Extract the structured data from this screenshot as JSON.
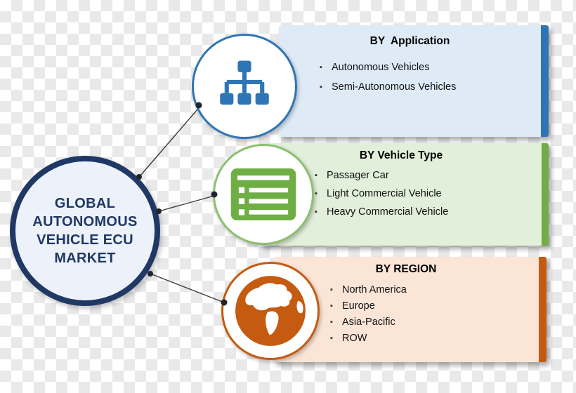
{
  "bullet_char": "▪",
  "center": {
    "lines": [
      "GLOBAL",
      "AUTONOMOUS",
      "VEHICLE ECU",
      "MARKET"
    ],
    "text_color": "#1F3864"
  },
  "panels": [
    {
      "id": "application",
      "header": "BY  Application",
      "items": [
        "Autonomous Vehicles",
        "Semi-Autonomous Vehicles"
      ],
      "icon": "sitemap-icon",
      "bg_color": "#DEEBF7",
      "accent_color": "#2E75B6"
    },
    {
      "id": "vehicle-type",
      "header": "BY Vehicle Type",
      "items": [
        "Passager Car",
        "Light Commercial Vehicle",
        "Heavy Commercial Vehicle"
      ],
      "icon": "list-icon",
      "bg_color": "#E2EFDA",
      "accent_color": "#70AD47"
    },
    {
      "id": "region",
      "header": "BY REGION",
      "items": [
        "North America",
        "Europe",
        "Asia-Pacific",
        "ROW"
      ],
      "icon": "globe-icon",
      "bg_color": "#FBE5D6",
      "accent_color": "#C55A11"
    }
  ]
}
